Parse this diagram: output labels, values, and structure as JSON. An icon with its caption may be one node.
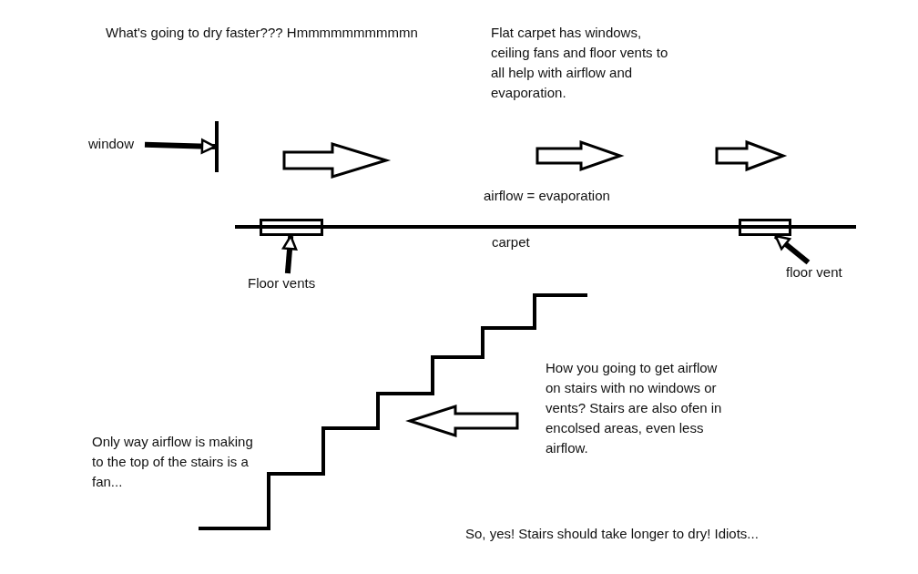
{
  "diagram": {
    "nodes": [
      {
        "text": [
          "window"
        ]
      },
      {
        "text": [],
        "shape": "bar"
      },
      {
        "text": [],
        "shape": "box"
      },
      {
        "text": [
          "Floor vents"
        ]
      },
      {
        "text": [],
        "shape": "box"
      },
      {
        "text": [
          "floor vent"
        ]
      }
    ],
    "edges": [
      {
        "from": 0,
        "to": 1,
        "arrow": "to"
      },
      {
        "from": 3,
        "to": 2,
        "arrow": "to"
      },
      {
        "from": 5,
        "to": 4,
        "arrow": "to"
      }
    ],
    "labels": [
      "What's going to dry faster??? Hmmmmmmmmmmn",
      "Flat carpet has windows, ceiling fans and floor vents to all help with airflow and evaporation.",
      "airflow = evaporation",
      "carpet",
      "How you going to get airflow on stairs with no windows or vents? Stairs are also ofen in encolsed areas, even less airflow.",
      "Only way airflow is making to the top of the stairs is a fan...",
      "So, yes! Stairs should take longer to dry! Idiots..."
    ]
  }
}
